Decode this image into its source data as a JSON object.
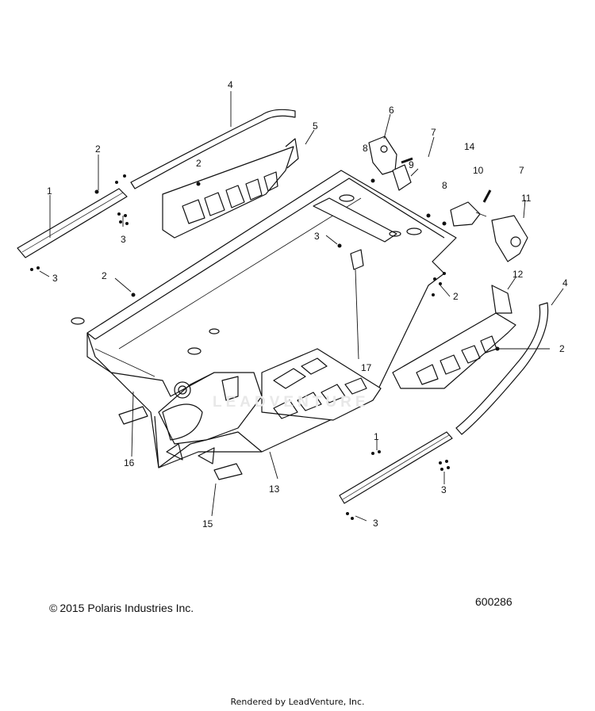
{
  "diagram": {
    "callouts": [
      "1",
      "2",
      "3",
      "4",
      "5",
      "6",
      "7",
      "8",
      "9",
      "10",
      "11",
      "12",
      "13",
      "14",
      "15",
      "16",
      "17"
    ],
    "labels": {
      "l1a": "1",
      "l1b": "1",
      "l2a": "2",
      "l2b": "2",
      "l2c": "2",
      "l2d": "2",
      "l2e": "2",
      "l3a": "3",
      "l3b": "3",
      "l3c": "3",
      "l3d": "3",
      "l3e": "3",
      "l4a": "4",
      "l4b": "4",
      "l5": "5",
      "l6": "6",
      "l7a": "7",
      "l7b": "7",
      "l8a": "8",
      "l8b": "8",
      "l9": "9",
      "l10": "10",
      "l11": "11",
      "l12": "12",
      "l13": "13",
      "l14": "14",
      "l15": "15",
      "l16": "16",
      "l17": "17"
    }
  },
  "footer": {
    "copyright": "2015 Polaris Industries Inc.",
    "copyright_symbol": "©",
    "doc_number": "600286",
    "rendered_by": "Rendered by LeadVenture, Inc."
  },
  "watermark": "LEADVENTURE",
  "colors": {
    "ink": "#111111",
    "background": "#ffffff",
    "watermark": "#e8e8e8"
  }
}
